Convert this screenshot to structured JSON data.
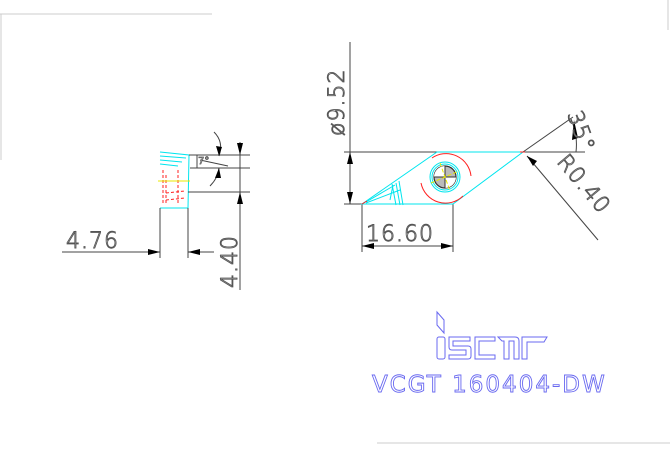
{
  "drawing": {
    "side_view": {
      "angle_label": "7°",
      "thickness_label": "4.76",
      "height_label": "4.40"
    },
    "top_view": {
      "inscribed_circle_label": "ø9.52",
      "length_label": "16.60",
      "angle_label": "35°",
      "radius_label": "R0.40"
    },
    "logo": "iscar",
    "part_number": "VCGT 160404-DW"
  },
  "colors": {
    "dimension": "#000000",
    "outline": "#00e5ee",
    "hidden": "#ff2020",
    "center": "#e8e800",
    "brand": "#6a6af0"
  }
}
